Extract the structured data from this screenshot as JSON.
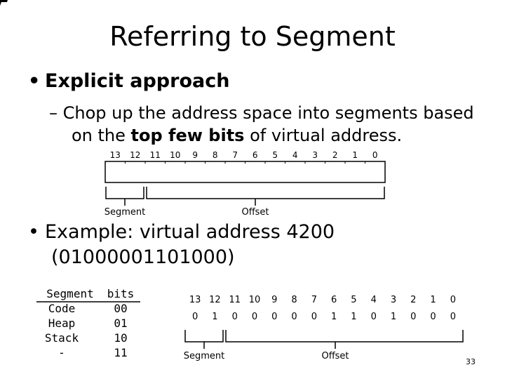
{
  "slide": {
    "title": "Referring to Segment",
    "bullet1": "Explicit approach",
    "sub_dash": "–",
    "sub_pre": "Chop up the address space into segments based",
    "sub_line2_pre": "on the ",
    "sub_bold": "top few bits",
    "sub_line2_post": " of virtual address.",
    "bullet2_line1": "Example: virtual address 4200",
    "bullet2_line2": "(01000001101000)",
    "page_number": "33",
    "bullet_glyph": "•"
  },
  "diagram1": {
    "bit_numbers": [
      "13",
      "12",
      "11",
      "10",
      "9",
      "8",
      "7",
      "6",
      "5",
      "4",
      "3",
      "2",
      "1",
      "0"
    ],
    "segment_label": "Segment",
    "offset_label": "Offset"
  },
  "segment_table": {
    "headers": [
      "Segment",
      "bits"
    ],
    "rows": [
      [
        "Code",
        "00"
      ],
      [
        "Heap",
        "01"
      ],
      [
        "Stack",
        "10"
      ],
      [
        "-",
        "11"
      ]
    ]
  },
  "diagram2": {
    "bit_numbers": [
      "13",
      "12",
      "11",
      "10",
      "9",
      "8",
      "7",
      "6",
      "5",
      "4",
      "3",
      "2",
      "1",
      "0"
    ],
    "bit_values": [
      "0",
      "1",
      "0",
      "0",
      "0",
      "0",
      "0",
      "1",
      "1",
      "0",
      "1",
      "0",
      "0",
      "0"
    ],
    "segment_label": "Segment",
    "offset_label": "Offset"
  }
}
